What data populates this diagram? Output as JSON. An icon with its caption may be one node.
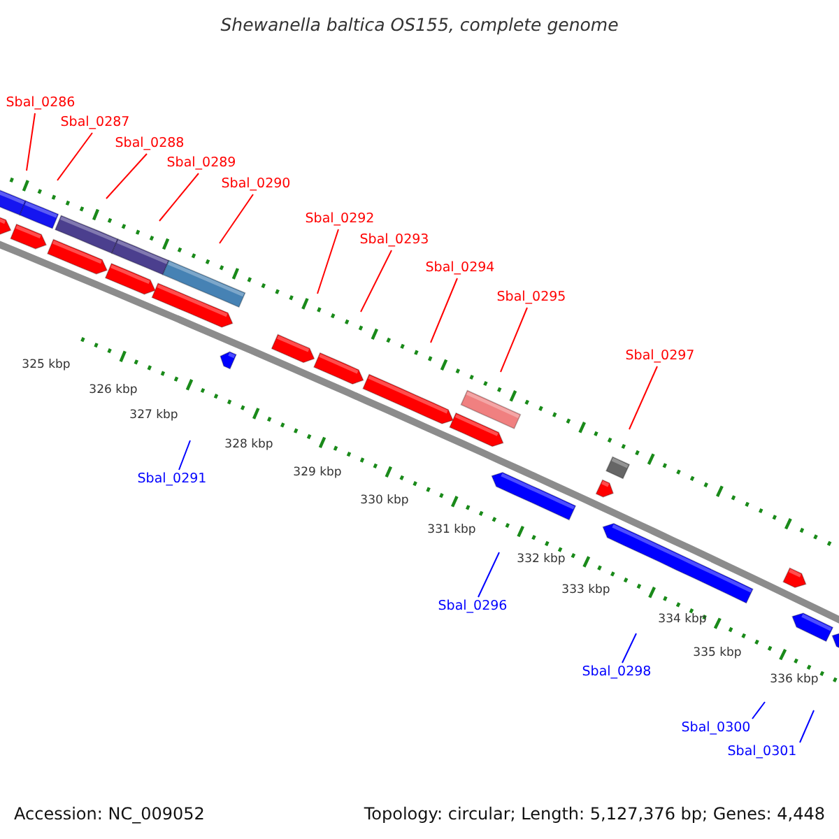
{
  "diagram": {
    "title": "Shewanella baltica OS155, complete genome",
    "nodes": [
      {
        "text": [
          "Sbal_0286"
        ]
      },
      {
        "text": [
          "Sbal_0287"
        ]
      },
      {
        "text": [
          "Sbal_0288"
        ]
      },
      {
        "text": [
          "Sbal_0289"
        ]
      },
      {
        "text": [
          "Sbal_0290"
        ]
      },
      {
        "text": [
          "Sbal_0292"
        ]
      },
      {
        "text": [
          "Sbal_0293"
        ]
      },
      {
        "text": [
          "Sbal_0294"
        ]
      },
      {
        "text": [
          "Sbal_0295"
        ]
      },
      {
        "text": [
          "Sbal_0297"
        ]
      },
      {
        "text": [
          "Sbal_0291"
        ]
      },
      {
        "text": [
          "Sbal_0296"
        ]
      },
      {
        "text": [
          "Sbal_0298"
        ]
      },
      {
        "text": [
          "Sbal_0300"
        ]
      },
      {
        "text": [
          "Sbal_0301"
        ]
      }
    ],
    "edges": [
      {
        "from": 0,
        "to": null,
        "arrow": "none"
      },
      {
        "from": 1,
        "to": null,
        "arrow": "none"
      },
      {
        "from": 2,
        "to": null,
        "arrow": "none"
      },
      {
        "from": 3,
        "to": null,
        "arrow": "none"
      },
      {
        "from": 4,
        "to": null,
        "arrow": "none"
      },
      {
        "from": 5,
        "to": null,
        "arrow": "none"
      },
      {
        "from": 6,
        "to": null,
        "arrow": "none"
      },
      {
        "from": 7,
        "to": null,
        "arrow": "none"
      },
      {
        "from": 8,
        "to": null,
        "arrow": "none"
      },
      {
        "from": 9,
        "to": null,
        "arrow": "none"
      },
      {
        "from": 10,
        "to": null,
        "arrow": "none",
        "color": "#0000ff"
      },
      {
        "from": 11,
        "to": null,
        "arrow": "none",
        "color": "#0000ff"
      },
      {
        "from": 12,
        "to": null,
        "arrow": "none",
        "color": "#0000ff"
      },
      {
        "from": 13,
        "to": null,
        "arrow": "none",
        "color": "#0000ff"
      },
      {
        "from": 14,
        "to": null,
        "arrow": "none",
        "color": "#0000ff"
      }
    ],
    "labels": [
      "325 kbp",
      "326 kbp",
      "327 kbp",
      "328 kbp",
      "329 kbp",
      "330 kbp",
      "331 kbp",
      "332 kbp",
      "333 kbp",
      "334 kbp",
      "335 kbp",
      "336 kbp",
      "Accession: NC_009052",
      "Topology: circular; Length: 5,127,376 bp; Genes: 4,448"
    ]
  }
}
